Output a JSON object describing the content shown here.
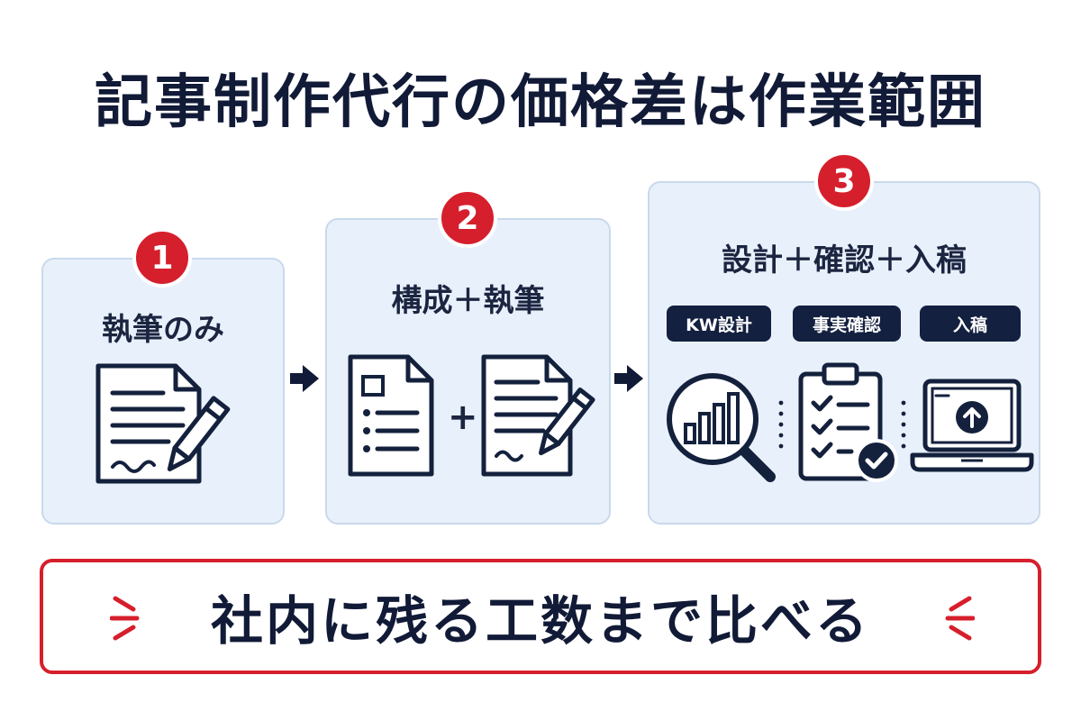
{
  "title": "記事制作代行の価格差は作業範囲",
  "steps": [
    {
      "number": "1",
      "label": "執筆のみ"
    },
    {
      "number": "2",
      "label": "構成＋執筆"
    },
    {
      "number": "3",
      "label": "設計＋確認＋入稿",
      "tasks": [
        "KW設計",
        "事実確認",
        "入稿"
      ]
    }
  ],
  "plus_symbol": "+",
  "banner": {
    "text": "社内に残る工数まで比べる"
  },
  "colors": {
    "accent_red": "#d61f2c",
    "navy": "#142040",
    "card_bg": "#e8f1fb"
  },
  "icons": [
    "document-pen-icon",
    "outline-document-icon",
    "chart-magnifier-icon",
    "clipboard-check-icon",
    "laptop-upload-icon",
    "arrow-right-icon"
  ]
}
